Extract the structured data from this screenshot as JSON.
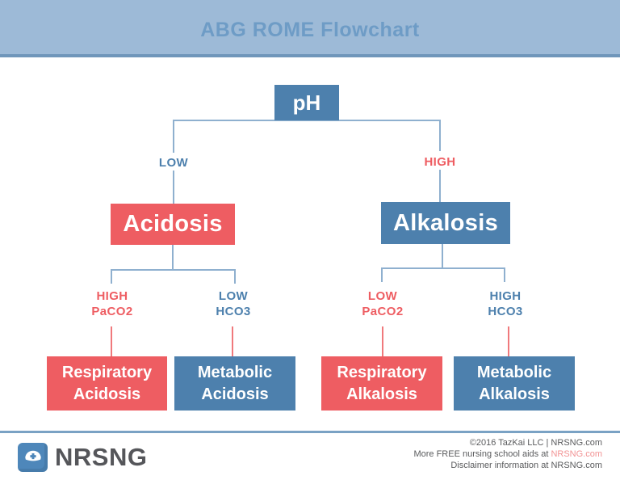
{
  "header": {
    "title": "ABG ROME Flowchart"
  },
  "flowchart": {
    "root": "pH",
    "left": {
      "condition": "LOW",
      "node": "Acidosis",
      "children": [
        {
          "level1": "HIGH",
          "level2": "PaCO2",
          "result": "Respiratory Acidosis"
        },
        {
          "level1": "LOW",
          "level2": "HCO3",
          "result": "Metabolic Acidosis"
        }
      ]
    },
    "right": {
      "condition": "HIGH",
      "node": "Alkalosis",
      "children": [
        {
          "level1": "LOW",
          "level2": "PaCO2",
          "result": "Respiratory Alkalosis"
        },
        {
          "level1": "HIGH",
          "level2": "HCO3",
          "result": "Metabolic Alkalosis"
        }
      ]
    }
  },
  "footer": {
    "brand": "NRSNG",
    "logo_icon": "nurse-cap-icon",
    "copyright": "©2016 TazKai LLC | NRSNG.com",
    "promo_prefix": "More FREE nursing school aids at ",
    "promo_link": "NRSNG.com",
    "disclaimer": "Disclaimer information at NRSNG.com"
  },
  "colors": {
    "header_bg": "#9dbad7",
    "header_text": "#6e9cc6",
    "box_blue": "#4d80ad",
    "box_red": "#ee5d62",
    "line_blue": "#8fb0cf",
    "line_red": "#f0797c",
    "footer_text": "#5a5b5d",
    "link_red": "#f29394"
  }
}
